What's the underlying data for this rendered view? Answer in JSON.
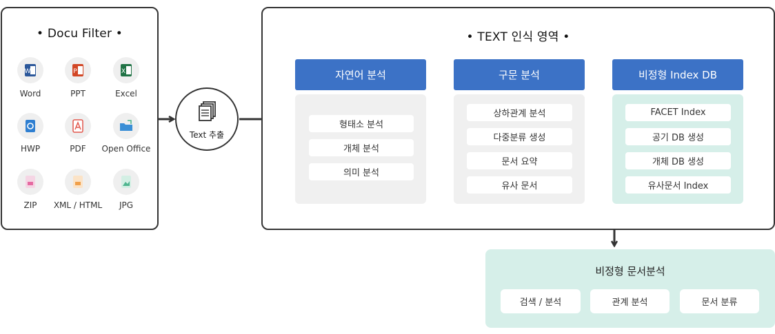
{
  "docu_filter": {
    "title": "• Docu Filter •",
    "items": [
      {
        "label": "Word",
        "icon": "word-icon",
        "color": "#2b579a"
      },
      {
        "label": "PPT",
        "icon": "ppt-icon",
        "color": "#d24726"
      },
      {
        "label": "Excel",
        "icon": "excel-icon",
        "color": "#217346"
      },
      {
        "label": "HWP",
        "icon": "hwp-icon",
        "color": "#2f7fd1"
      },
      {
        "label": "PDF",
        "icon": "pdf-icon",
        "color": "#e2574c"
      },
      {
        "label": "Open Office",
        "icon": "folder-icon",
        "color": "#3a8fd6"
      },
      {
        "label": "ZIP",
        "icon": "zip-icon",
        "color": "#e56aa1"
      },
      {
        "label": "XML / HTML",
        "icon": "xml-icon",
        "color": "#f0a04b"
      },
      {
        "label": "JPG",
        "icon": "jpg-icon",
        "color": "#4fb58f"
      }
    ]
  },
  "extract": {
    "label": "Text 추출",
    "icon": "documents-icon"
  },
  "text_area": {
    "title": "• TEXT 인식 영역 •",
    "columns": [
      {
        "header": "자연어 분석",
        "items": [
          "형태소 분석",
          "개체 분석",
          "의미 분석"
        ]
      },
      {
        "header": "구문 분석",
        "items": [
          "상하관계 분석",
          "다중분류 생성",
          "문서 요약",
          "유사 문서"
        ]
      },
      {
        "header": "비정형 Index DB",
        "items": [
          "FACET Index",
          "공기 DB 생성",
          "개체 DB 생성",
          "유사문서 Index"
        ]
      }
    ]
  },
  "bottom": {
    "title": "비정형 문서분석",
    "items": [
      "검색 / 분석",
      "관계 분석",
      "문서 분류"
    ]
  },
  "colors": {
    "header_blue": "#3c72c6",
    "teal_bg": "#d6efe9",
    "gray_bg": "#f0f0f0",
    "line": "#333333"
  }
}
